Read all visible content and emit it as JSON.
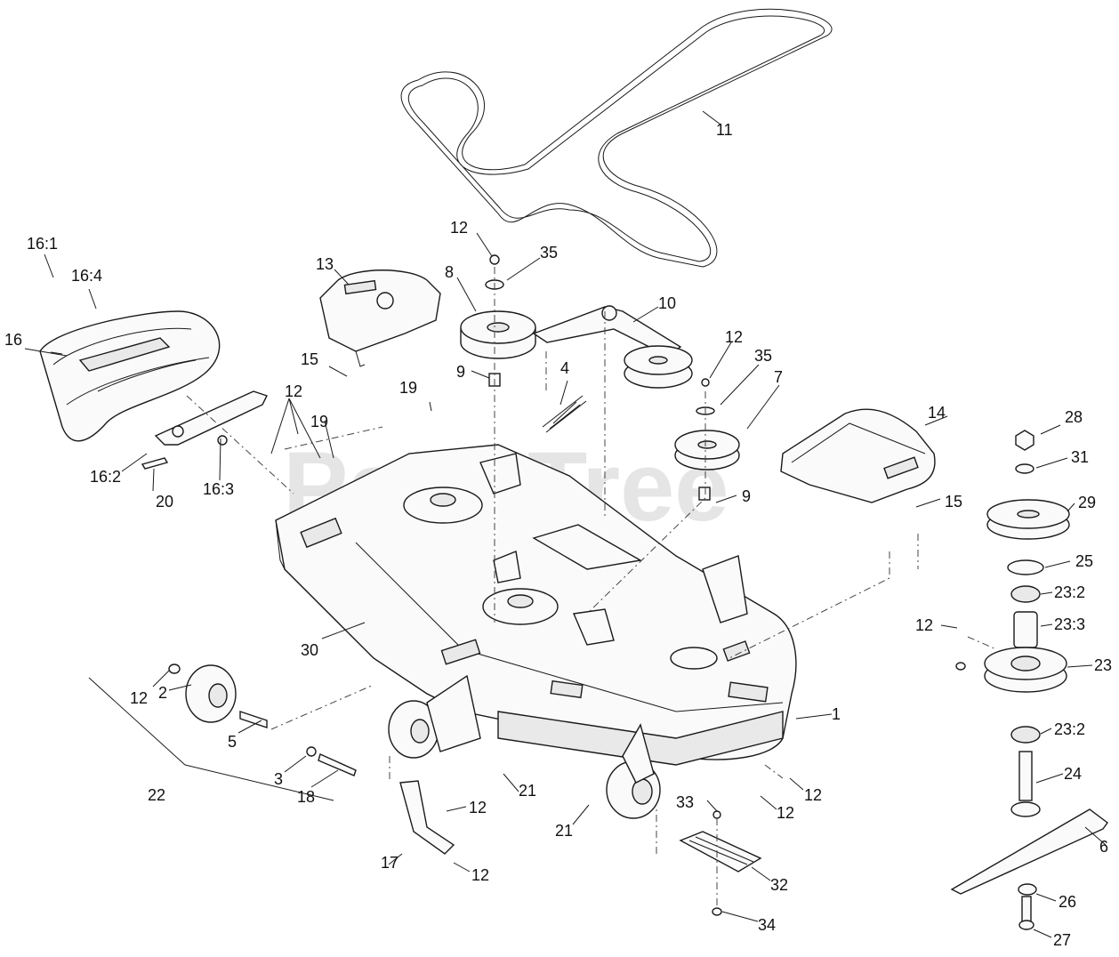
{
  "watermark": "PartsTree",
  "callouts": [
    {
      "id": "c11",
      "text": "11"
    },
    {
      "id": "c12a",
      "text": "12"
    },
    {
      "id": "c35a",
      "text": "35"
    },
    {
      "id": "c8",
      "text": "8"
    },
    {
      "id": "c10",
      "text": "10"
    },
    {
      "id": "c13",
      "text": "13"
    },
    {
      "id": "c16_4",
      "text": "16:4"
    },
    {
      "id": "c16_1",
      "text": "16:1"
    },
    {
      "id": "c16",
      "text": "16"
    },
    {
      "id": "c12b",
      "text": "12"
    },
    {
      "id": "c35b",
      "text": "35"
    },
    {
      "id": "c9a",
      "text": "9"
    },
    {
      "id": "c4",
      "text": "4"
    },
    {
      "id": "c15a",
      "text": "15"
    },
    {
      "id": "c19a",
      "text": "19"
    },
    {
      "id": "c12c",
      "text": "12"
    },
    {
      "id": "c19b",
      "text": "19"
    },
    {
      "id": "c7",
      "text": "7"
    },
    {
      "id": "c14",
      "text": "14"
    },
    {
      "id": "c28",
      "text": "28"
    },
    {
      "id": "c31",
      "text": "31"
    },
    {
      "id": "c16_2",
      "text": "16:2"
    },
    {
      "id": "c20",
      "text": "20"
    },
    {
      "id": "c16_3",
      "text": "16:3"
    },
    {
      "id": "c9b",
      "text": "9"
    },
    {
      "id": "c15b",
      "text": "15"
    },
    {
      "id": "c29",
      "text": "29"
    },
    {
      "id": "c25",
      "text": "25"
    },
    {
      "id": "c23_2a",
      "text": "23:2"
    },
    {
      "id": "c12d",
      "text": "12"
    },
    {
      "id": "c23_3",
      "text": "23:3"
    },
    {
      "id": "c30",
      "text": "30"
    },
    {
      "id": "c23",
      "text": "23"
    },
    {
      "id": "c12e",
      "text": "12"
    },
    {
      "id": "c2",
      "text": "2"
    },
    {
      "id": "c5",
      "text": "5"
    },
    {
      "id": "c1",
      "text": "1"
    },
    {
      "id": "c23_2b",
      "text": "23:2"
    },
    {
      "id": "c3",
      "text": "3"
    },
    {
      "id": "c22",
      "text": "22"
    },
    {
      "id": "c18",
      "text": "18"
    },
    {
      "id": "c21a",
      "text": "21"
    },
    {
      "id": "c12f",
      "text": "12"
    },
    {
      "id": "c24",
      "text": "24"
    },
    {
      "id": "c33",
      "text": "33"
    },
    {
      "id": "c12g",
      "text": "12"
    },
    {
      "id": "c12h",
      "text": "12"
    },
    {
      "id": "c6",
      "text": "6"
    },
    {
      "id": "c21b",
      "text": "21"
    },
    {
      "id": "c17",
      "text": "17"
    },
    {
      "id": "c12i",
      "text": "12"
    },
    {
      "id": "c32",
      "text": "32"
    },
    {
      "id": "c26",
      "text": "26"
    },
    {
      "id": "c34",
      "text": "34"
    },
    {
      "id": "c27",
      "text": "27"
    }
  ]
}
